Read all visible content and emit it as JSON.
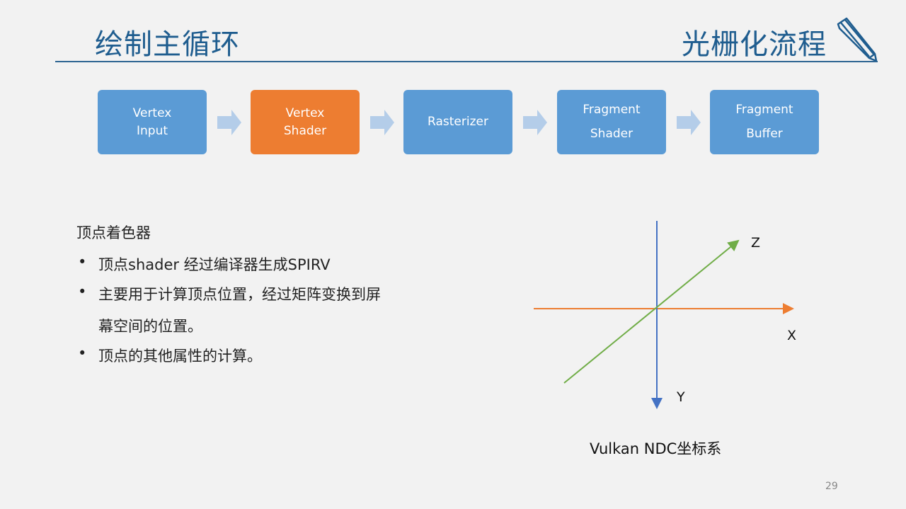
{
  "header": {
    "title_left": "绘制主循环",
    "title_right": "光栅化流程",
    "icon": "pencil-icon"
  },
  "pipeline": {
    "stages": [
      {
        "line1": "Vertex",
        "line2": "Input"
      },
      {
        "line1": "Vertex",
        "line2": "Shader"
      },
      {
        "line1": "Rasterizer",
        "line2": ""
      },
      {
        "line1": "Fragment",
        "line2": "Shader"
      },
      {
        "line1": "Fragment",
        "line2": "Buffer"
      }
    ],
    "active_index": 1,
    "colors": {
      "stage": "#5b9bd5",
      "active": "#ed7d31",
      "arrow": "#b4cde9"
    }
  },
  "content": {
    "heading": "顶点着色器",
    "bullet_char": "•",
    "bullets": [
      "顶点shader 经过编译器生成SPIRV",
      "主要用于计算顶点位置，经过矩阵变换到屏",
      "顶点的其他属性的计算。"
    ],
    "bullet2_continuation": "幕空间的位置。"
  },
  "diagram": {
    "x_label": "X",
    "y_label": "Y",
    "z_label": "Z",
    "caption": "Vulkan NDC坐标系",
    "colors": {
      "x": "#ed7d31",
      "y": "#4472c4",
      "z": "#70ad47"
    }
  },
  "page_number": "29"
}
